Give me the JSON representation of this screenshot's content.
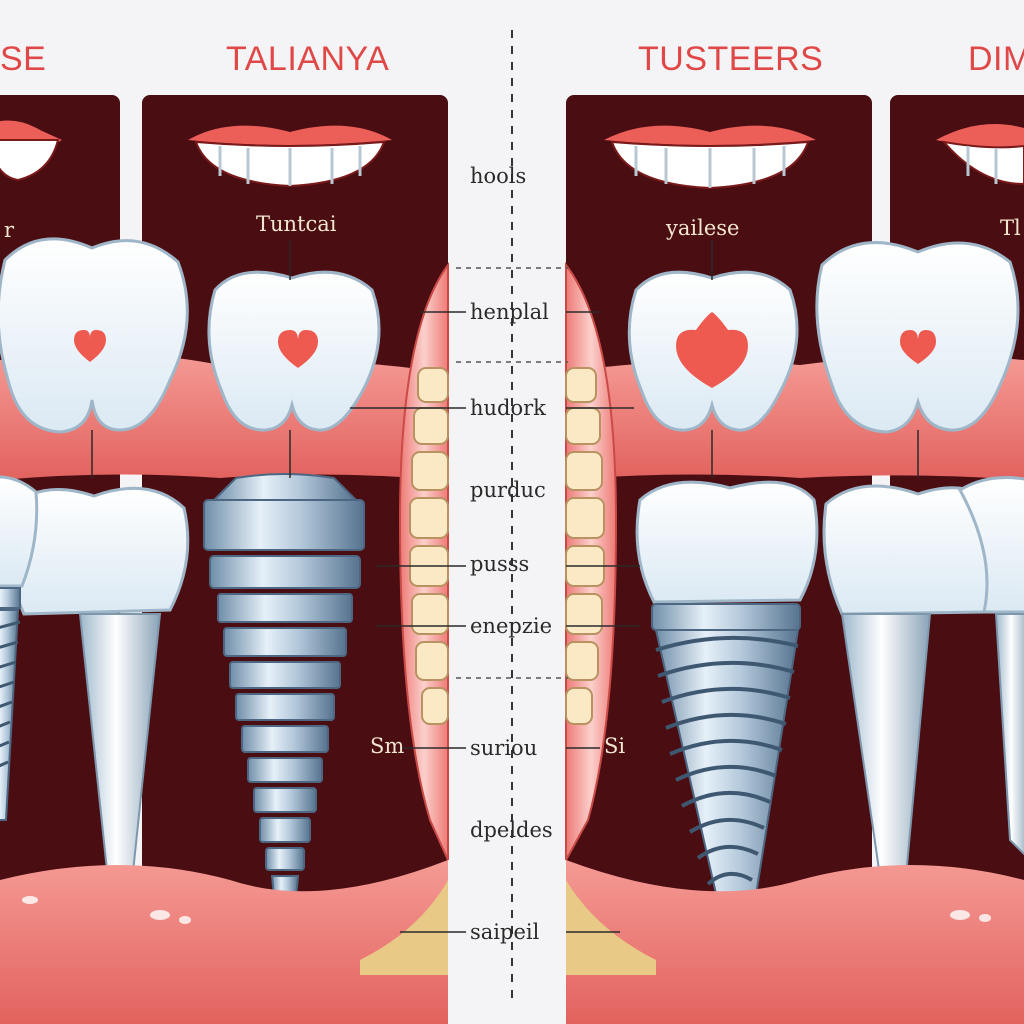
{
  "titles": {
    "far_left": "SE",
    "left": "TALIANYA",
    "right": "TUSTEERS",
    "far_right": "DIM"
  },
  "panel_labels": {
    "far_left": "r",
    "left": "Tuntcai",
    "right": "yailese",
    "far_right": "Tl",
    "side_left": "Sm",
    "side_right": "Si"
  },
  "center_labels": [
    "hools",
    "henplal",
    "hudork",
    "purduc",
    "pusss",
    "enepzie",
    "suriou",
    "dpeldes",
    "saipeil"
  ],
  "colors": {
    "background": "#f4f4f6",
    "panel": "#4a0d12",
    "gum": "#f08080",
    "gum_light": "#f7b1ad",
    "title_red": "#e04848",
    "tooth": "#ffffff",
    "metal": "#a8c4de",
    "heart": "#ee5a50"
  },
  "icons": [
    "heart-icon",
    "implant-screw-icon",
    "crown-icon",
    "smile-icon"
  ]
}
